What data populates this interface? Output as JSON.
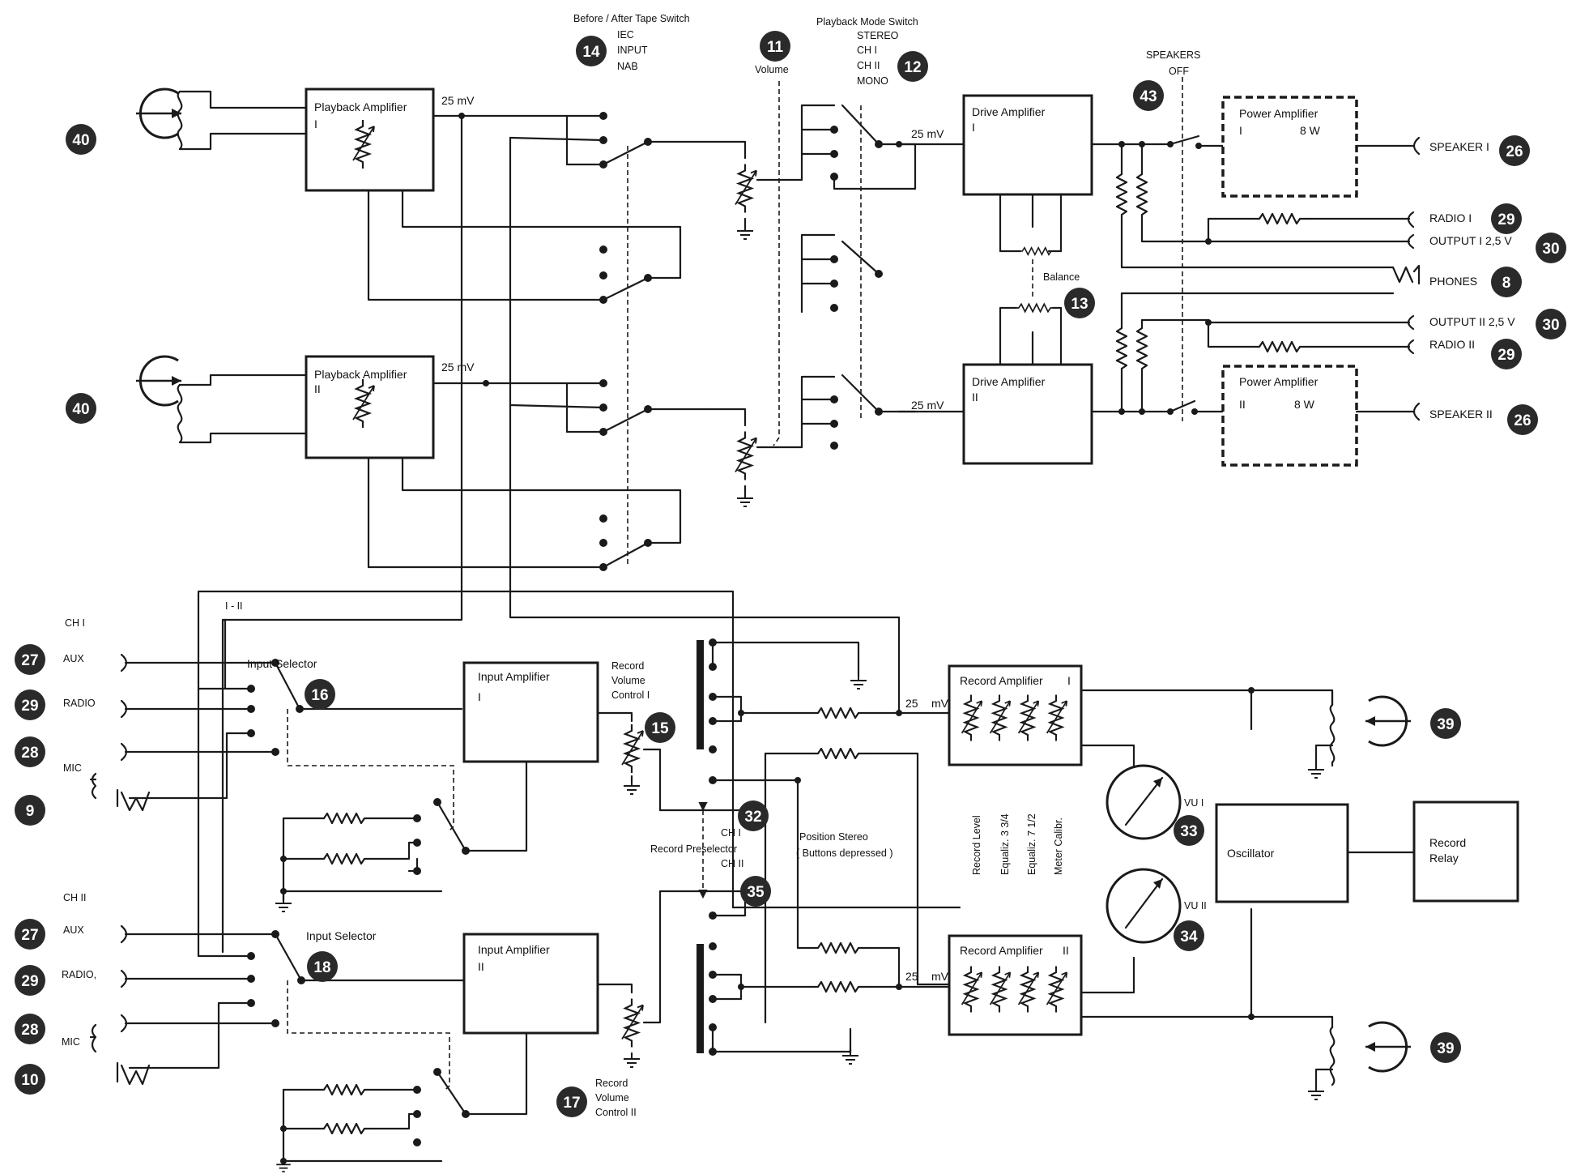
{
  "switches": {
    "tape_switch_title": "Before / After Tape Switch",
    "tape_opt1": "IEC",
    "tape_opt2": "INPUT",
    "tape_opt3": "NAB",
    "mode_switch_title": "Playback Mode Switch",
    "mode_opt1": "STEREO",
    "mode_opt2": "CH I",
    "mode_opt3": "CH II",
    "mode_opt4": "MONO",
    "volume": "Volume",
    "speakers_off_1": "SPEAKERS",
    "speakers_off_2": "OFF",
    "balance": "Balance",
    "input_selector": "Input Selector",
    "record_volume_1": "Record",
    "record_volume_2": "Volume",
    "record_volume_3_ch1": "Control I",
    "record_volume_3_ch2": "Control II",
    "record_preselector": "Record Preselector",
    "pre_ch1": "CH I",
    "pre_ch2": "CH II",
    "position_stereo_1": "Position Stereo",
    "position_stereo_2": "( Buttons depressed )",
    "rotated_1": "Record Level",
    "rotated_2": "Equaliz. 3 3/4",
    "rotated_3": "Equaliz. 7 1/2",
    "rotated_4": "Meter Calibr."
  },
  "blocks": {
    "playback_amp": "Playback Amplifier",
    "ch_i": "I",
    "ch_ii": "II",
    "drive_amp": "Drive Amplifier",
    "power_amp": "Power Amplifier",
    "power_rating": "8 W",
    "input_amp": "Input Amplifier",
    "record_amp": "Record Amplifier",
    "oscillator": "Oscillator",
    "record_relay_1": "Record",
    "record_relay_2": "Relay",
    "vu1": "VU I",
    "vu2": "VU II"
  },
  "levels": {
    "mv": "25 mV",
    "mv_split": "25",
    "mv_unit": "mV",
    "i_ii": "I - II"
  },
  "inputs": {
    "ch1_header": "CH I",
    "ch2_header": "CH II",
    "aux": "AUX",
    "radio": "RADIO",
    "radio_comma": "RADIO,",
    "mic": "MIC"
  },
  "outputs": {
    "speaker1": "SPEAKER I",
    "radio1": "RADIO I",
    "output1": "OUTPUT I 2,5 V",
    "phones": "PHONES",
    "output2": "OUTPUT II 2,5 V",
    "radio2": "RADIO II",
    "speaker2": "SPEAKER II"
  },
  "badges": {
    "b40": "40",
    "b14": "14",
    "b11": "11",
    "b12": "12",
    "b43": "43",
    "b26": "26",
    "b29": "29",
    "b30": "30",
    "b8": "8",
    "b13": "13",
    "b27": "27",
    "b28": "28",
    "b9": "9",
    "b10": "10",
    "b16": "16",
    "b18": "18",
    "b15": "15",
    "b17": "17",
    "b32": "32",
    "b35": "35",
    "b33": "33",
    "b34": "34",
    "b39": "39"
  }
}
